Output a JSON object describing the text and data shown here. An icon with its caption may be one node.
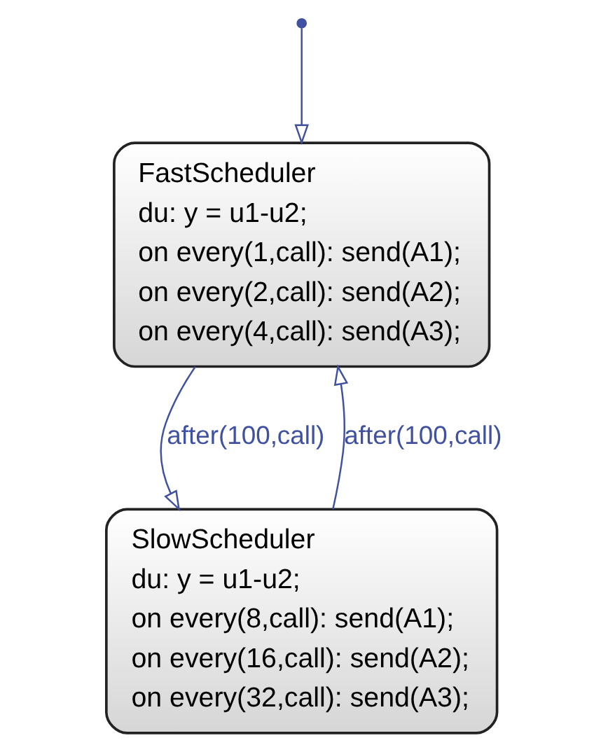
{
  "diagram": {
    "nodes": [
      {
        "text": [],
        "shape": "circle"
      },
      {
        "text": [
          "FastScheduler",
          "du: y = u1-u2;",
          "on every(1,call): send(A1);",
          "on every(2,call): send(A2);",
          "on every(4,call): send(A3);"
        ]
      },
      {
        "text": [
          "SlowScheduler",
          "du: y = u1-u2;",
          "on every(8,call): send(A1);",
          "on every(16,call): send(A2);",
          "on every(32,call): send(A3);"
        ]
      }
    ],
    "edges": [
      {
        "from": 0,
        "to": 1,
        "arrow": "to"
      },
      {
        "from": 2,
        "to": 1,
        "arrow": "to",
        "label": "after(100,call)"
      },
      {
        "from": 1,
        "to": 2,
        "arrow": "to",
        "label": "after(100,call)"
      }
    ]
  }
}
